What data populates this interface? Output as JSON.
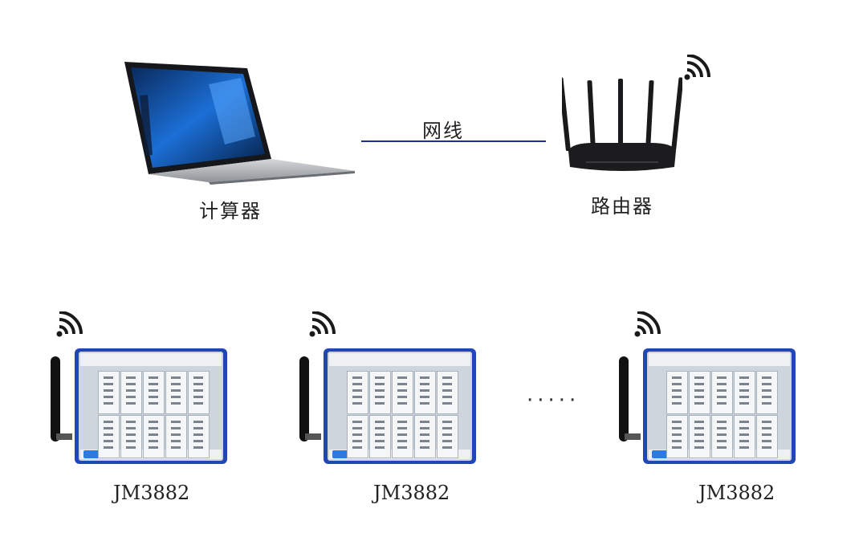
{
  "diagram": {
    "computer": {
      "label": "计算器",
      "icon": "laptop-icon"
    },
    "router": {
      "label": "路由器",
      "icon": "router-icon"
    },
    "link": {
      "label": "网线"
    },
    "ellipsis": "·····",
    "devices": [
      {
        "label": "JM3882",
        "icon": "data-acquisition-device-icon"
      },
      {
        "label": "JM3882",
        "icon": "data-acquisition-device-icon"
      },
      {
        "label": "JM3882",
        "icon": "data-acquisition-device-icon"
      }
    ],
    "wifi_icon": "wifi-signal-icon"
  },
  "colors": {
    "cable": "#1f2f8f",
    "device_frame": "#2146b8",
    "router_body": "#1c1c1e",
    "laptop_body": "#b9bcc0"
  }
}
